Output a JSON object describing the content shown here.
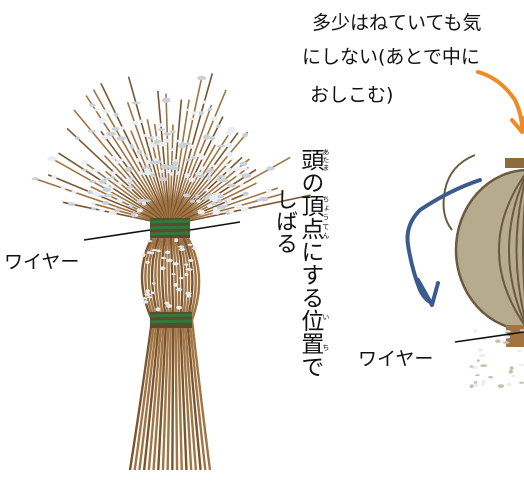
{
  "note": {
    "lines": [
      "多少はねていても気",
      "にしない(あとで中に",
      "おしこむ)"
    ]
  },
  "labels": {
    "wire_left": "ワイヤー",
    "wire_right": "ワイヤー",
    "tie": "しばる"
  },
  "caption": {
    "segments": [
      {
        "base": "頭",
        "ruby": "あたま"
      },
      {
        "base": "の",
        "ruby": ""
      },
      {
        "base": "頂点",
        "ruby": "ちょうてん"
      },
      {
        "base": "にする",
        "ruby": ""
      },
      {
        "base": "位置",
        "ruby": "い　ち"
      },
      {
        "base": "で",
        "ruby": ""
      }
    ]
  },
  "colors": {
    "straw": "#a07443",
    "straw_dark": "#7a5530",
    "binding": "#2f7a3a",
    "head_fill": "#b7ab8e",
    "head_stroke": "#6b5a3e",
    "arrow_blue": "#3b5b8f",
    "arrow_orange": "#f08a24",
    "speckle": "#e9eef2"
  },
  "icons": [
    "straw-bundle-illustration",
    "rope-head-illustration",
    "curved-arrow-blue",
    "curved-arrow-orange"
  ]
}
